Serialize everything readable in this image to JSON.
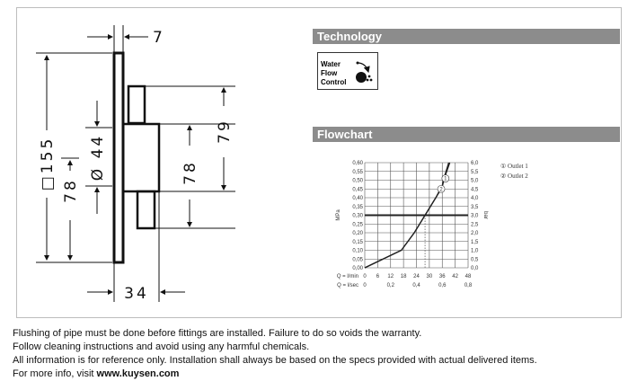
{
  "technology": {
    "title": "Technology",
    "badge": [
      "Water",
      "Flow",
      "Control"
    ]
  },
  "drawing": {
    "dims": {
      "top": "7",
      "height": "□155",
      "diameter": "Ø 44",
      "left_half": "78",
      "right_a": "79",
      "right_b": "78",
      "depth": "34"
    }
  },
  "flowchart": {
    "title": "Flowchart"
  },
  "chart_data": {
    "type": "line",
    "ylabel_left": "MPa",
    "ylabel_right": "bar",
    "y_left_ticks": [
      "0,00",
      "0,05",
      "0,10",
      "0,15",
      "0,20",
      "0,25",
      "0,30",
      "0,35",
      "0,40",
      "0,45",
      "0,50",
      "0,55",
      "0,60"
    ],
    "y_right_ticks": [
      "0,0",
      "0,5",
      "1,0",
      "1,5",
      "2,0",
      "2,5",
      "3,0",
      "3,5",
      "4,0",
      "4,5",
      "5,0",
      "5,5",
      "6,0"
    ],
    "x_lmin_label": "Q = l/min",
    "x_lmin_ticks": [
      "0",
      "6",
      "12",
      "18",
      "24",
      "30",
      "36",
      "42",
      "48"
    ],
    "x_lsec_label": "Q = l/sec",
    "x_lsec_ticks": [
      "0",
      "0,2",
      "0,4",
      "0,6",
      "0,8"
    ],
    "xlim": [
      0,
      48
    ],
    "ylim": [
      0,
      0.6
    ],
    "reference_line": 0.3,
    "reference_flow": 28,
    "series": [
      {
        "name": "Outlet 1",
        "marker": "1",
        "x": [
          0,
          17,
          23,
          28,
          33,
          36,
          37.5,
          39.5
        ],
        "y": [
          0,
          0.1,
          0.2,
          0.3,
          0.4,
          0.47,
          0.53,
          0.6
        ]
      },
      {
        "name": "Outlet 2",
        "marker": "2",
        "x": [
          0,
          17,
          23,
          28,
          33,
          36,
          37,
          39
        ],
        "y": [
          0,
          0.1,
          0.2,
          0.3,
          0.4,
          0.46,
          0.52,
          0.6
        ]
      }
    ],
    "markers": [
      {
        "label": "1",
        "x": 37.5,
        "y": 0.51
      },
      {
        "label": "2",
        "x": 35.5,
        "y": 0.45
      }
    ],
    "legend": [
      "① Outlet 1",
      "② Outlet 2"
    ],
    "legend_position": "right"
  },
  "notes": {
    "line1": "Flushing of pipe must be done before fittings are installed. Failure to do so voids the warranty.",
    "line2": "Follow cleaning instructions and avoid using any harmful chemicals.",
    "line3": "All information is for reference only. Installation shall always be based on the specs provided with actual delivered items.",
    "line4_prefix": "For more info, visit ",
    "line4_link": "www.kuysen.com"
  }
}
